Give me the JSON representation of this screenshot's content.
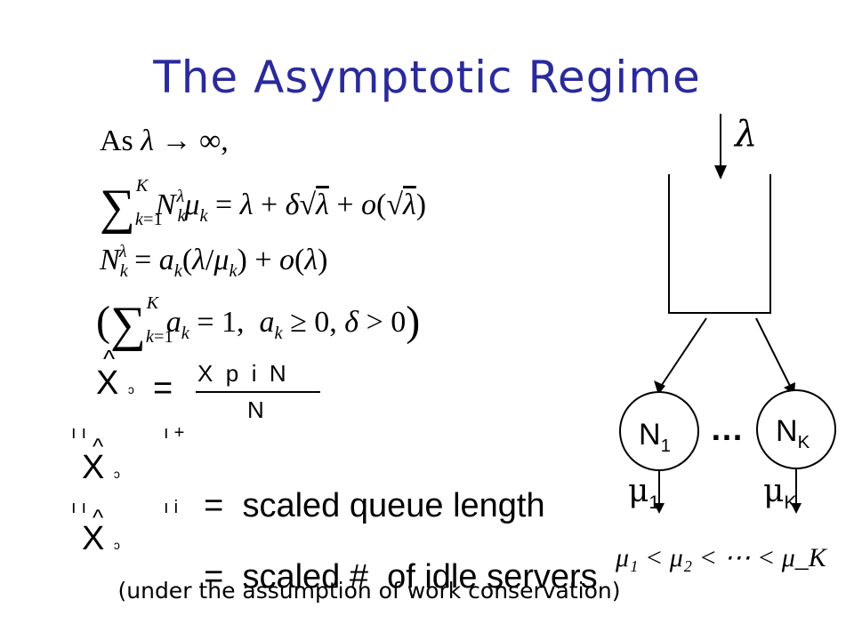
{
  "slide": {
    "title": "The Asymptotic Regime",
    "eq1": {
      "as_text": "As",
      "lambda": "λ",
      "arrow": "→",
      "inf": "∞,"
    },
    "eq2": "∑_{k=1}^K N_k^λ μ_k = λ + δ√λ + o(√λ)",
    "eq3": "N_k^λ = a_k(λ/μ_k) + o(λ)",
    "eq4": "(∑_{k=1}^K a_k = 1, a_k ≥ 0, δ > 0)",
    "x_def": {
      "lhs": "X",
      "eq": "=",
      "num": "X  p  i  N",
      "den": "N"
    },
    "line_q": {
      "var": "X",
      "eq": "=",
      "text": "scaled queue length"
    },
    "line_i": {
      "var": "X",
      "eq": "=",
      "text": "scaled #  of idle servers"
    },
    "note": "(under the assumption of work conservation)"
  },
  "diagram": {
    "arrival_label": "λ",
    "pool1_label": "N",
    "pool1_sub": "1",
    "poolK_label": "N",
    "poolK_sub": "K",
    "ellipsis": "…",
    "rate1_label": "μ",
    "rate1_sub": "1",
    "rateK_label": "μ",
    "rateK_sub": "K",
    "ordering": "μ₁ < μ₂ < ⋯ < μ_K"
  }
}
